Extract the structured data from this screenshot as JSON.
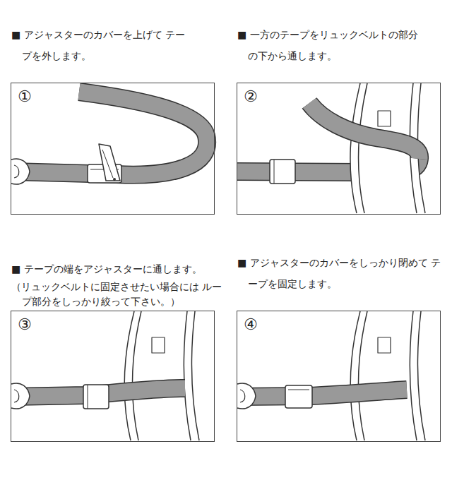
{
  "diagram": {
    "nodes": [
      {
        "text": [
          "■ アジャスターのカバーを上げて テープを外します。",
          "①"
        ]
      },
      {
        "text": [
          "■ 一方のテープをリュックベルトの部分 の下から通します。",
          "②"
        ]
      },
      {
        "text": [
          "■ テープの端をアジャスターに通します。",
          "（リュックベルトに固定させたい場合には ループ部分をしっかり絞って下さい。）",
          "③"
        ]
      },
      {
        "text": [
          "■ アジャスターのカバーをしっかり閉めて テープを固定します。",
          "④"
        ]
      }
    ]
  }
}
